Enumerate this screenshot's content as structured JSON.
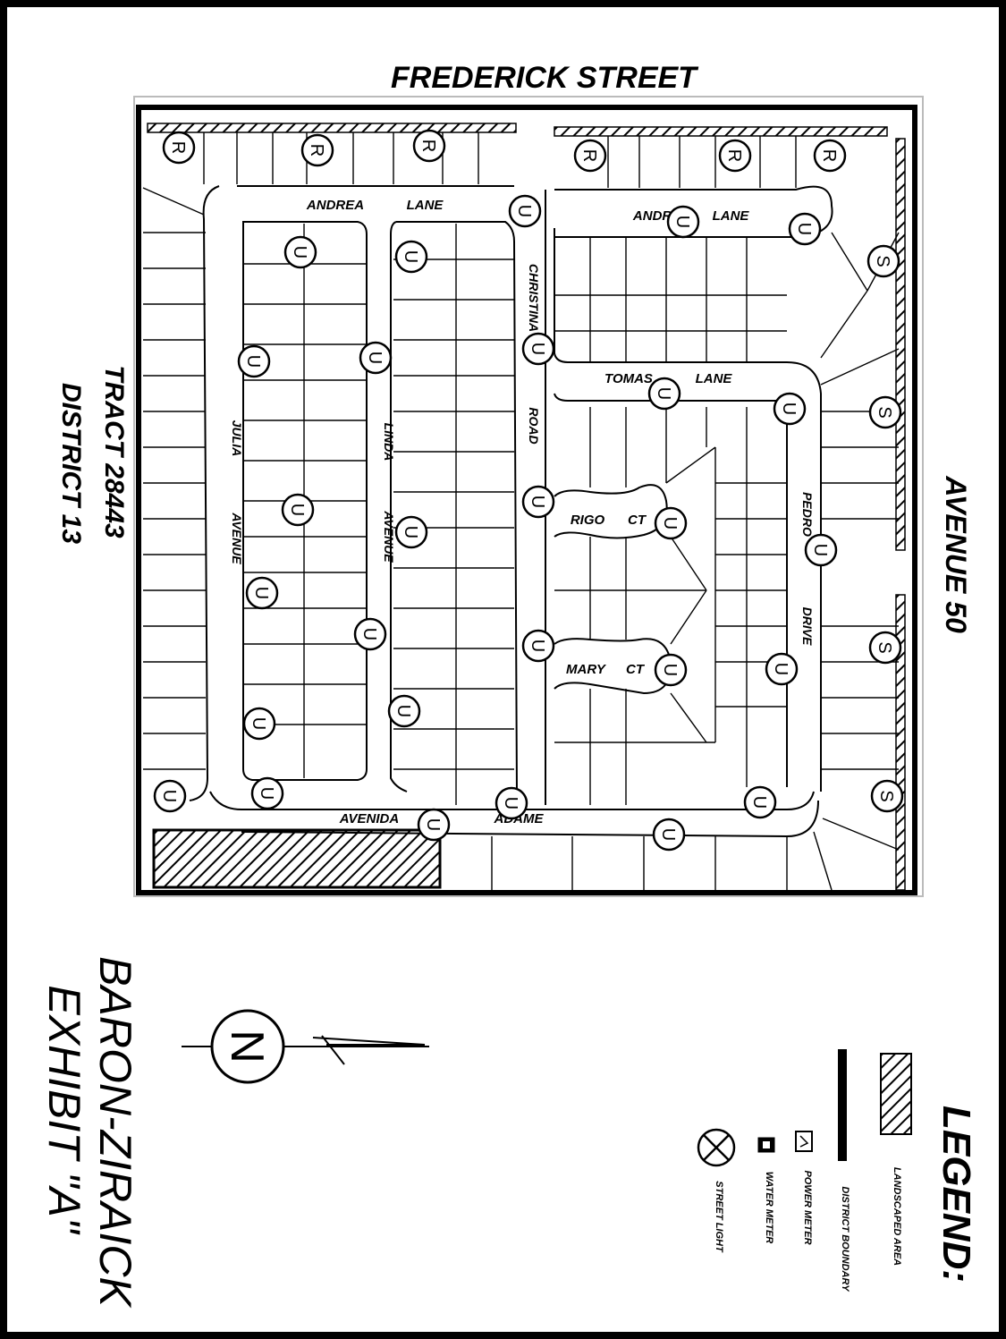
{
  "map": {
    "top_street": "FREDERICK STREET",
    "right_street": "AVENUE 50",
    "tract_line1": "TRACT 28443",
    "tract_line2": "DISTRICT 13",
    "streets": {
      "andrea_lane_a": "ANDREA",
      "andrea_lane_b": "LANE",
      "andrea_lane_c": "ANDREA",
      "andrea_lane_d": "LANE",
      "christina": "CHRISTINA",
      "road": "ROAD",
      "tomas": "TOMAS",
      "tomas_lane": "LANE",
      "julia": "JULIA",
      "julia_ave": "AVENUE",
      "linda": "LINDA",
      "linda_ave": "AVENUE",
      "rigo": "RIGO",
      "rigo_ct": "CT",
      "mary": "MARY",
      "mary_ct": "CT",
      "pedro": "PEDRO",
      "drive": "DRIVE",
      "avenida": "AVENIDA",
      "avenida2": "ADAME"
    },
    "markers": {
      "r": "R",
      "u": "U",
      "s": "S"
    }
  },
  "exhibit": {
    "title_line1": "BARON-ZIRAICK",
    "title_line2": "EXHIBIT \"A\""
  },
  "north": {
    "label": "N"
  },
  "legend": {
    "title": "LEGEND:",
    "items": [
      {
        "label": "LANDSCAPED AREA",
        "icon": "hatch-icon"
      },
      {
        "label": "DISTRICT BOUNDARY",
        "icon": "bold-line-icon"
      },
      {
        "label": "POWER METER",
        "icon": "power-meter-icon"
      },
      {
        "label": "WATER METER",
        "icon": "water-meter-icon"
      },
      {
        "label": "STREET LIGHT",
        "icon": "street-light-icon"
      }
    ]
  }
}
